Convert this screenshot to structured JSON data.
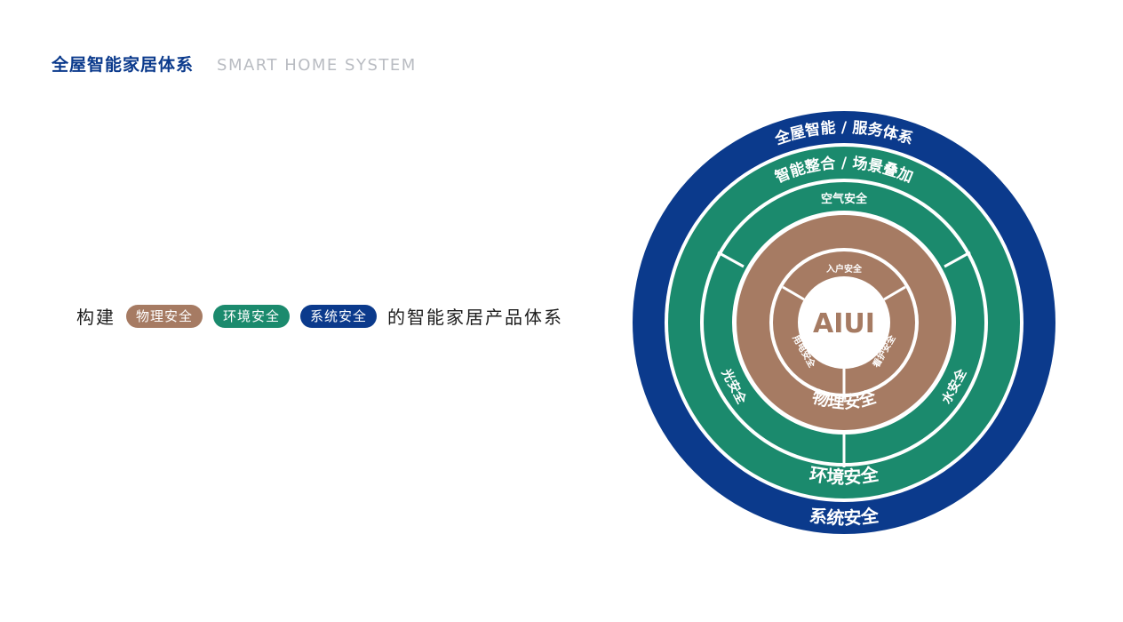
{
  "header": {
    "title_cn": "全屋智能家居体系",
    "title_en": "SMART HOME SYSTEM"
  },
  "tagline": {
    "prefix": "构建",
    "pill_physical": "物理安全",
    "pill_environment": "环境安全",
    "pill_system": "系统安全",
    "suffix": "的智能家居产品体系"
  },
  "diagram": {
    "center": "AIUI",
    "inner_ring": {
      "top": "入户安全",
      "left": "用电安全",
      "right": "看护安全"
    },
    "physical_label": "物理安全",
    "env_ring": {
      "top": "空气安全",
      "left": "光安全",
      "right": "水安全"
    },
    "env_label": "环境安全",
    "integration_label": "智能整合 / 场景叠加",
    "service_label": "全屋智能 / 服务体系",
    "system_label": "系统安全"
  },
  "colors": {
    "brand_blue": "#0b3a8c",
    "green": "#1b8a6d",
    "brown": "#a67b63"
  }
}
